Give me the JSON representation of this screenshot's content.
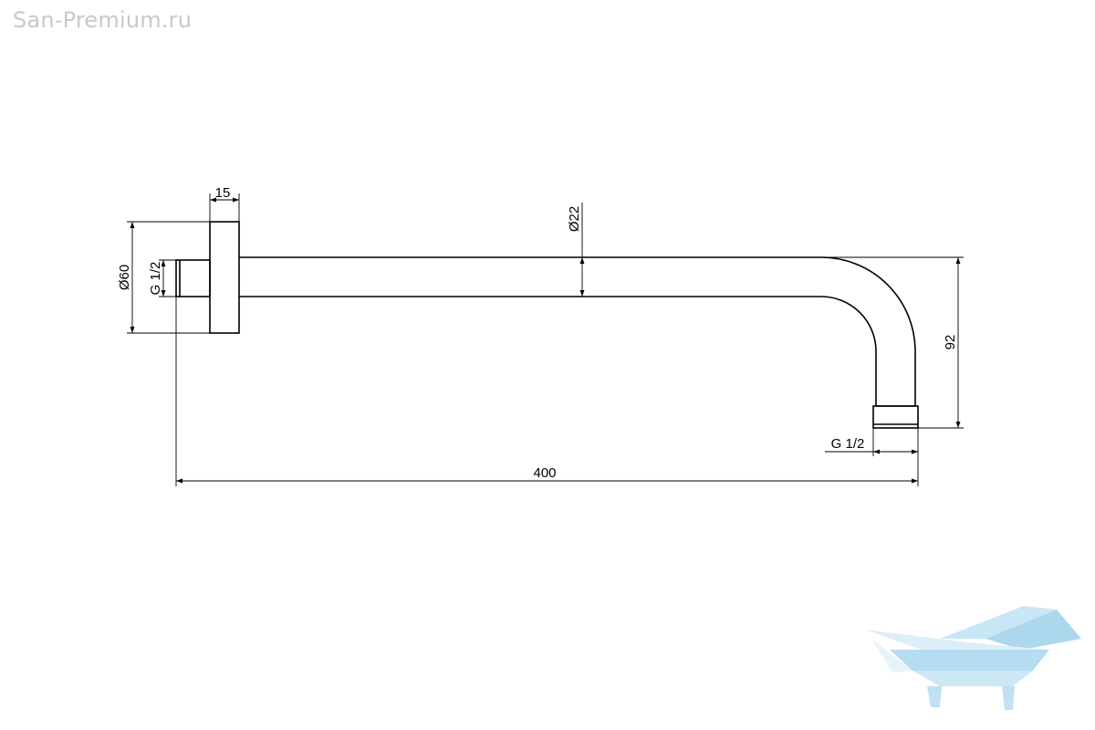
{
  "watermark": {
    "site": "San-Premium.ru",
    "logo": "bathtub-logo",
    "logo_color": "#a9d6ee"
  },
  "dimensions": {
    "flange_thickness": "15",
    "flange_diameter": "Ø60",
    "inlet_thread": "G 1/2",
    "pipe_diameter": "Ø22",
    "drop_height": "92",
    "outlet_thread": "G 1/2",
    "overall_length": "400"
  },
  "colors": {
    "line": "#000000",
    "watermark_text": "#c9c9c9"
  }
}
